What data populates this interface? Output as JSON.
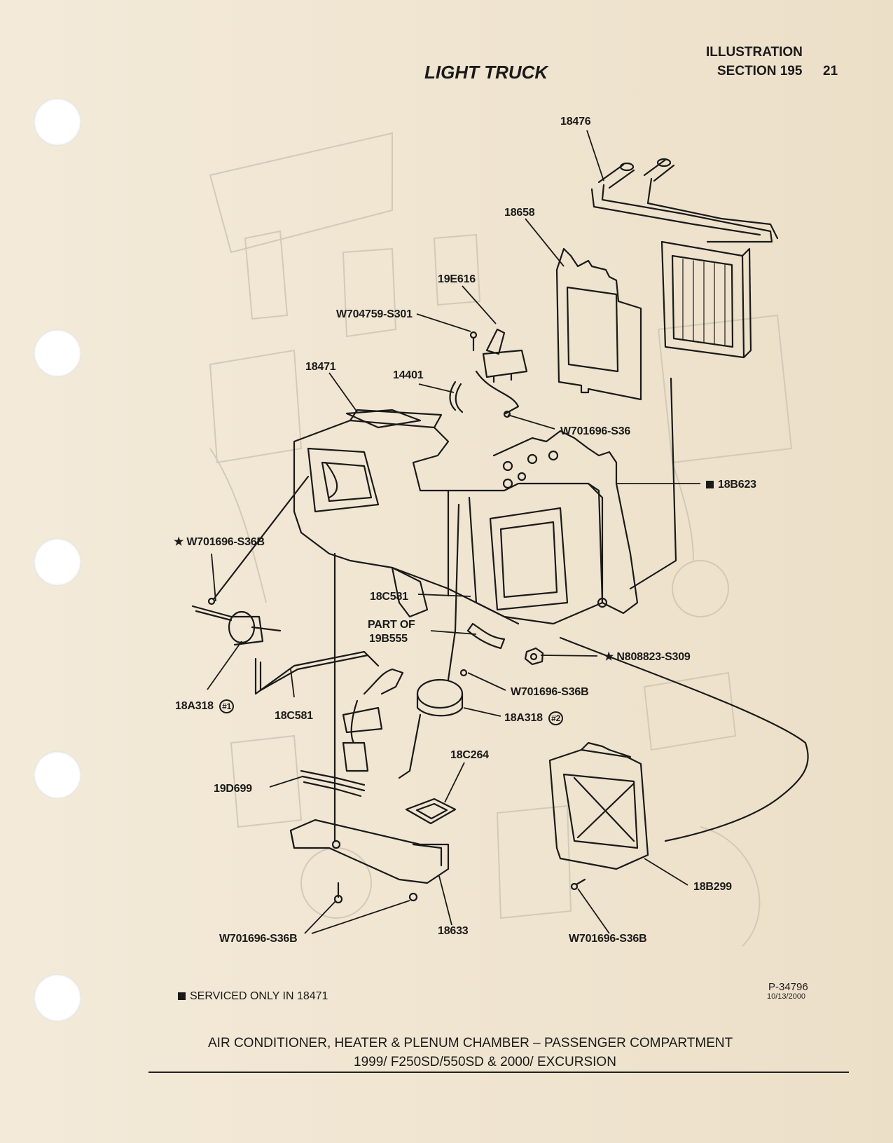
{
  "header": {
    "illustration": "ILLUSTRATION",
    "section": "SECTION 195",
    "page_number": "21",
    "title": "LIGHT TRUCK"
  },
  "callouts": {
    "c18476": "18476",
    "c18658": "18658",
    "c19E616": "19E616",
    "cW704759": "W704759-S301",
    "c18471": "18471",
    "c14401": "14401",
    "cW701696_S36": "W701696-S36",
    "c18B623": "18B623",
    "cW701696_S36B_star": "★ W701696-S36B",
    "c18C581_a": "18C581",
    "cPartOf": "PART OF",
    "c19B555": "19B555",
    "cN808823": "★ N808823-S309",
    "cW701696_S36B_mid": "W701696-S36B",
    "c18A318_1": "18A318",
    "c18A318_1_num": "#1",
    "c18C581_b": "18C581",
    "c18A318_2": "18A318",
    "c18A318_2_num": "#2",
    "c18C264": "18C264",
    "c19D699": "19D699",
    "c18B299": "18B299",
    "c18633": "18633",
    "cW701696_S36B_left": "W701696-S36B",
    "cW701696_S36B_right": "W701696-S36B"
  },
  "notes": {
    "serviced_only": "SERVICED ONLY IN 18471",
    "part_number": "P-34796",
    "date": "10/13/2000"
  },
  "footer": {
    "line1": "AIR CONDITIONER, HEATER & PLENUM CHAMBER – PASSENGER COMPARTMENT",
    "line2": "1999/ F250SD/550SD & 2000/ EXCURSION"
  },
  "colors": {
    "paper": "#f0e6d4",
    "ink": "#1a1a1a",
    "bleed": "#b7b2a6"
  }
}
